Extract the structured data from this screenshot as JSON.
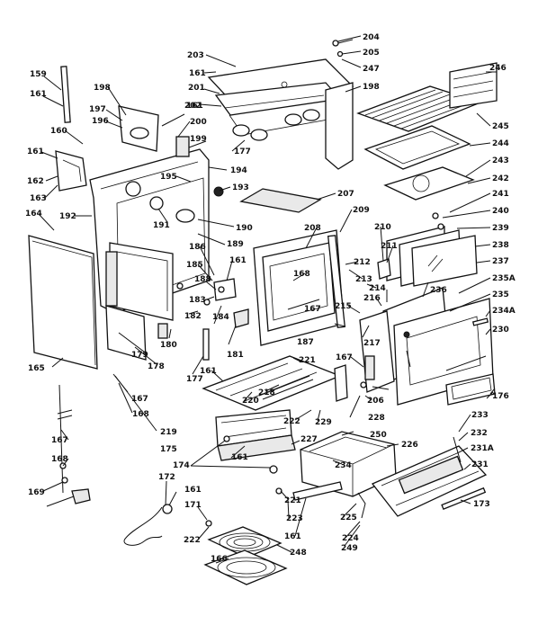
{
  "diagram": {
    "type": "exploded-parts-diagram",
    "callouts": [
      "159",
      "161",
      "198",
      "197",
      "196",
      "160",
      "161",
      "162",
      "163",
      "164",
      "192",
      "165",
      "202",
      "200",
      "199",
      "195",
      "194",
      "193",
      "191",
      "190",
      "189",
      "203",
      "161",
      "201",
      "161",
      "177",
      "198",
      "204",
      "205",
      "247",
      "246",
      "245",
      "244",
      "243",
      "242",
      "241",
      "240",
      "239",
      "238",
      "237",
      "236",
      "235A",
      "235",
      "234A",
      "230",
      "206",
      "207",
      "208",
      "209",
      "210",
      "211",
      "212",
      "213",
      "214",
      "215",
      "216",
      "217",
      "167",
      "168",
      "167",
      "187",
      "186",
      "185",
      "188",
      "161",
      "183",
      "184",
      "182",
      "181",
      "180",
      "178",
      "179",
      "177",
      "167",
      "168",
      "219",
      "161",
      "220",
      "218",
      "221",
      "222",
      "229",
      "228",
      "250",
      "176",
      "175",
      "174",
      "161",
      "227",
      "226",
      "234",
      "233",
      "232",
      "231A",
      "231",
      "173",
      "172",
      "161",
      "171",
      "222",
      "221",
      "223",
      "161",
      "225",
      "224",
      "249",
      "248",
      "166",
      "167",
      "168",
      "169"
    ]
  }
}
